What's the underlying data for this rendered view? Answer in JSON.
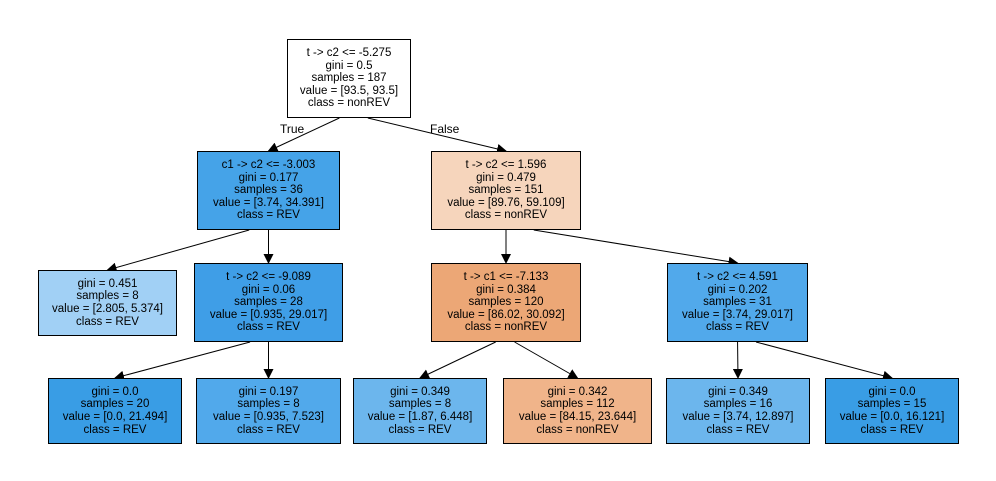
{
  "diagram": {
    "type": "decision-tree",
    "edge_labels": {
      "true": "True",
      "false": "False"
    },
    "colors": {
      "white": "#ffffff",
      "blue_light": "#a1d0f5",
      "blue_mid": "#6cb6ed",
      "blue": "#51a9eb",
      "blue_strong": "#45a3e8",
      "blue_dark": "#3f9ee7",
      "blue_full": "#399de5",
      "orange_light": "#f6d5bc",
      "orange": "#eca776",
      "orange_mid": "#f0b48a"
    },
    "nodes": [
      {
        "id": "n0",
        "color": "white",
        "lines": [
          "t -> c2 <= -5.275",
          "gini = 0.5",
          "samples = 187",
          "value = [93.5, 93.5]",
          "class = nonREV"
        ]
      },
      {
        "id": "n1",
        "color": "blue_strong",
        "lines": [
          "c1 -> c2 <= -3.003",
          "gini = 0.177",
          "samples = 36",
          "value = [3.74, 34.391]",
          "class = REV"
        ]
      },
      {
        "id": "n2",
        "color": "orange_light",
        "lines": [
          "t -> c2 <= 1.596",
          "gini = 0.479",
          "samples = 151",
          "value = [89.76, 59.109]",
          "class = nonREV"
        ]
      },
      {
        "id": "n3",
        "color": "blue_light",
        "lines": [
          "gini = 0.451",
          "samples = 8",
          "value = [2.805, 5.374]",
          "class = REV"
        ]
      },
      {
        "id": "n4",
        "color": "blue_dark",
        "lines": [
          "t -> c2 <= -9.089",
          "gini = 0.06",
          "samples = 28",
          "value = [0.935, 29.017]",
          "class = REV"
        ]
      },
      {
        "id": "n5",
        "color": "orange",
        "lines": [
          "t -> c1 <= -7.133",
          "gini = 0.384",
          "samples = 120",
          "value = [86.02, 30.092]",
          "class = nonREV"
        ]
      },
      {
        "id": "n6",
        "color": "blue",
        "lines": [
          "t -> c2 <= 4.591",
          "gini = 0.202",
          "samples = 31",
          "value = [3.74, 29.017]",
          "class = REV"
        ]
      },
      {
        "id": "n7",
        "color": "blue_full",
        "lines": [
          "gini = 0.0",
          "samples = 20",
          "value = [0.0, 21.494]",
          "class = REV"
        ]
      },
      {
        "id": "n8",
        "color": "blue",
        "lines": [
          "gini = 0.197",
          "samples = 8",
          "value = [0.935, 7.523]",
          "class = REV"
        ]
      },
      {
        "id": "n9",
        "color": "blue_mid",
        "lines": [
          "gini = 0.349",
          "samples = 8",
          "value = [1.87, 6.448]",
          "class = REV"
        ]
      },
      {
        "id": "n10",
        "color": "orange_mid",
        "lines": [
          "gini = 0.342",
          "samples = 112",
          "value = [84.15, 23.644]",
          "class = nonREV"
        ]
      },
      {
        "id": "n11",
        "color": "blue_mid",
        "lines": [
          "gini = 0.349",
          "samples = 16",
          "value = [3.74, 12.897]",
          "class = REV"
        ]
      },
      {
        "id": "n12",
        "color": "blue_full",
        "lines": [
          "gini = 0.0",
          "samples = 15",
          "value = [0.0, 16.121]",
          "class = REV"
        ]
      }
    ],
    "edges": [
      [
        "n0",
        "n1"
      ],
      [
        "n0",
        "n2"
      ],
      [
        "n1",
        "n3"
      ],
      [
        "n1",
        "n4"
      ],
      [
        "n2",
        "n5"
      ],
      [
        "n2",
        "n6"
      ],
      [
        "n4",
        "n7"
      ],
      [
        "n4",
        "n8"
      ],
      [
        "n5",
        "n9"
      ],
      [
        "n5",
        "n10"
      ],
      [
        "n6",
        "n11"
      ],
      [
        "n6",
        "n12"
      ]
    ]
  }
}
